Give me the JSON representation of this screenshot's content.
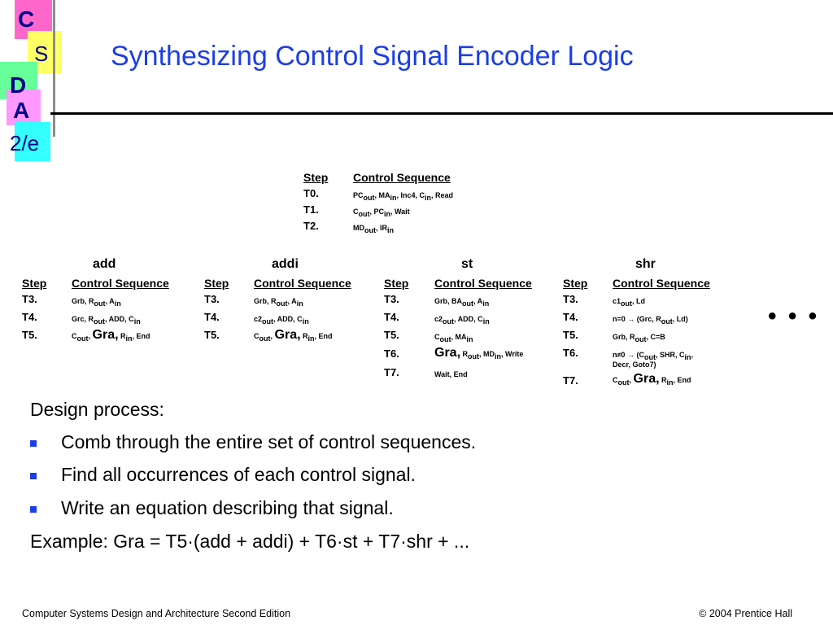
{
  "logo": {
    "letters": [
      "C",
      "S",
      "D",
      "A"
    ],
    "edition": "2/e",
    "colors": {
      "pink": "#ff66cc",
      "yellow": "#ffff66",
      "green": "#66ff99",
      "cyan": "#33ffff",
      "magenta": "#ff99ff"
    }
  },
  "title": "Synthesizing Control Signal Encoder Logic",
  "fetch": {
    "hdr_step": "Step",
    "hdr_ctrl": "Control Sequence",
    "rows": [
      {
        "step": "T0.",
        "parts": [
          "PC",
          "out",
          ", MA",
          "in",
          ", Inc4, C",
          "in",
          ", Read"
        ]
      },
      {
        "step": "T1.",
        "parts": [
          "C",
          "out",
          ", PC",
          "in",
          ", Wait"
        ]
      },
      {
        "step": "T2.",
        "parts": [
          "MD",
          "out",
          ", IR",
          "in"
        ]
      }
    ]
  },
  "columns": {
    "add": {
      "title": "add",
      "hdr_step": "Step",
      "hdr_ctrl": "Control Sequence",
      "rows": [
        {
          "step": "T3.",
          "a": "Grb, R",
          "b": "out",
          "c": ", A",
          "d": "in"
        },
        {
          "step": "T4.",
          "a": "Grc, R",
          "b": "out",
          "c": ", ADD, C",
          "d": "in"
        },
        {
          "step": "T5.",
          "a": "C",
          "b": "out",
          "c": ", ",
          "big": "Gra,",
          "e": " R",
          "f": "in",
          "g": ", End"
        }
      ]
    },
    "addi": {
      "title": "addi",
      "hdr_step": "Step",
      "hdr_ctrl": "Control Sequence",
      "rows": [
        {
          "step": "T3.",
          "a": "Grb, R",
          "b": "out",
          "c": ", A",
          "d": "in"
        },
        {
          "step": "T4.",
          "a": "c2",
          "b": "out",
          "c": ", ADD, C",
          "d": "in"
        },
        {
          "step": "T5.",
          "a": "C",
          "b": "out",
          "c": ", ",
          "big": "Gra,",
          "e": " R",
          "f": "in",
          "g": ", End"
        }
      ]
    },
    "st": {
      "title": "st",
      "hdr_step": "Step",
      "hdr_ctrl": "Control Sequence",
      "rows": [
        {
          "step": "T3.",
          "a": "Grb, BA",
          "b": "out",
          "c": ", A",
          "d": "in"
        },
        {
          "step": "T4.",
          "a": "c2",
          "b": "out",
          "c": ", ADD, C",
          "d": "in"
        },
        {
          "step": "T5.",
          "a": "C",
          "b": "out",
          "c": ", MA",
          "d": "in"
        },
        {
          "step": "T6.",
          "big": "Gra,",
          "e": " R",
          "f": "out",
          "g": ", MD",
          "h": "in",
          "i": ", Write"
        },
        {
          "step": "T7.",
          "a": "Wait, End"
        }
      ]
    },
    "shr": {
      "title": "shr",
      "hdr_step": "Step",
      "hdr_ctrl": "Control Sequence",
      "rows": [
        {
          "step": "T3.",
          "a": "c1",
          "b": "out",
          "c": ", Ld"
        },
        {
          "step": "T4.",
          "a": "n=0 → (Grc, R",
          "b": "out",
          "c": ", Ld)"
        },
        {
          "step": "T5.",
          "a": "Grb, R",
          "b": "out",
          "c": ", C=B"
        },
        {
          "step": "T6.",
          "a": "n≠0 → (C",
          "b": "out",
          "c": ", SHR, C",
          "d": "in",
          "e": ",",
          "line2": "Decr, Goto7)"
        },
        {
          "step": "T7.",
          "a": "C",
          "b": "out",
          "c": ", ",
          "big": "Gra,",
          "e": " R",
          "f": "in",
          "g": ", End"
        }
      ]
    }
  },
  "ellipsis": "• • •",
  "body": {
    "intro": "Design process:",
    "bullets": [
      "Comb through the entire set of  control sequences.",
      "Find all occurrences of each control signal.",
      "Write an equation describing that signal."
    ],
    "example": "Example: Gra = T5·(add + addi) + T6·st + T7·shr + ..."
  },
  "footer": {
    "left": "Computer Systems Design and Architecture Second Edition",
    "right": "© 2004 Prentice Hall"
  }
}
